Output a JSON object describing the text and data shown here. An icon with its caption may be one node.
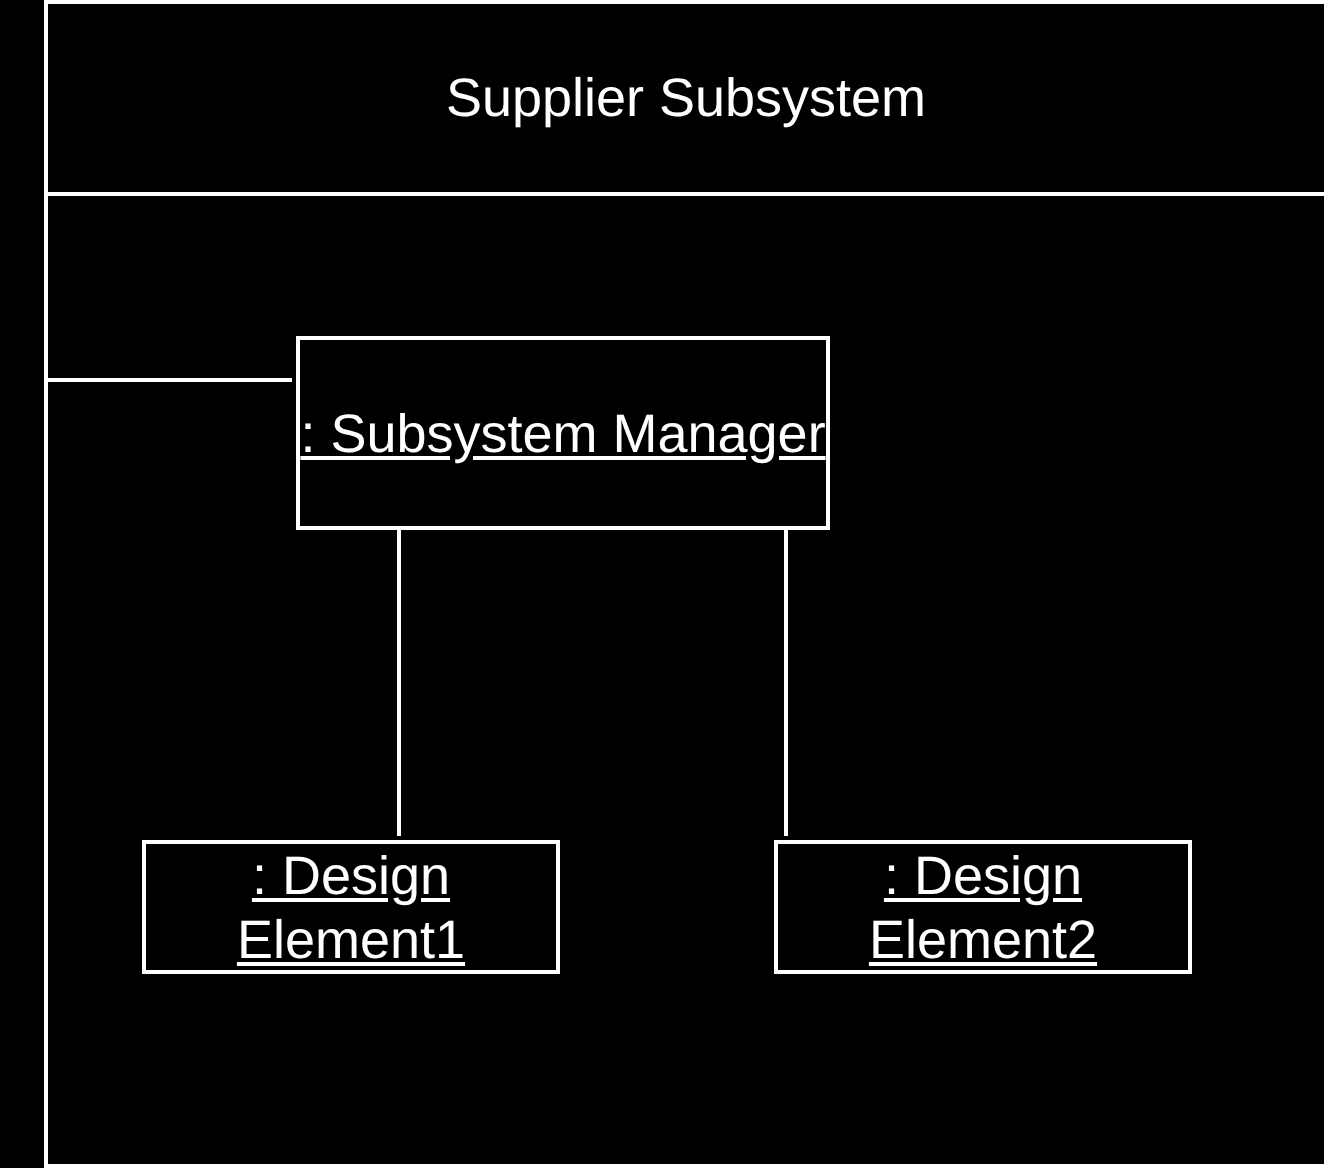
{
  "diagram": {
    "nodes": [
      {
        "text": [
          "Supplier Subsystem"
        ]
      },
      {
        "text": [
          ": Subsystem Manager"
        ],
        "in": 0
      },
      {
        "text": [
          ": Design Element1"
        ],
        "in": 0
      },
      {
        "text": [
          ": Design Element2"
        ],
        "in": 0
      }
    ],
    "edges": [
      {
        "from": 0,
        "to": 1,
        "arrow": "none"
      },
      {
        "from": 1,
        "to": 2,
        "arrow": "none"
      },
      {
        "from": 1,
        "to": 3,
        "arrow": "none"
      }
    ]
  }
}
